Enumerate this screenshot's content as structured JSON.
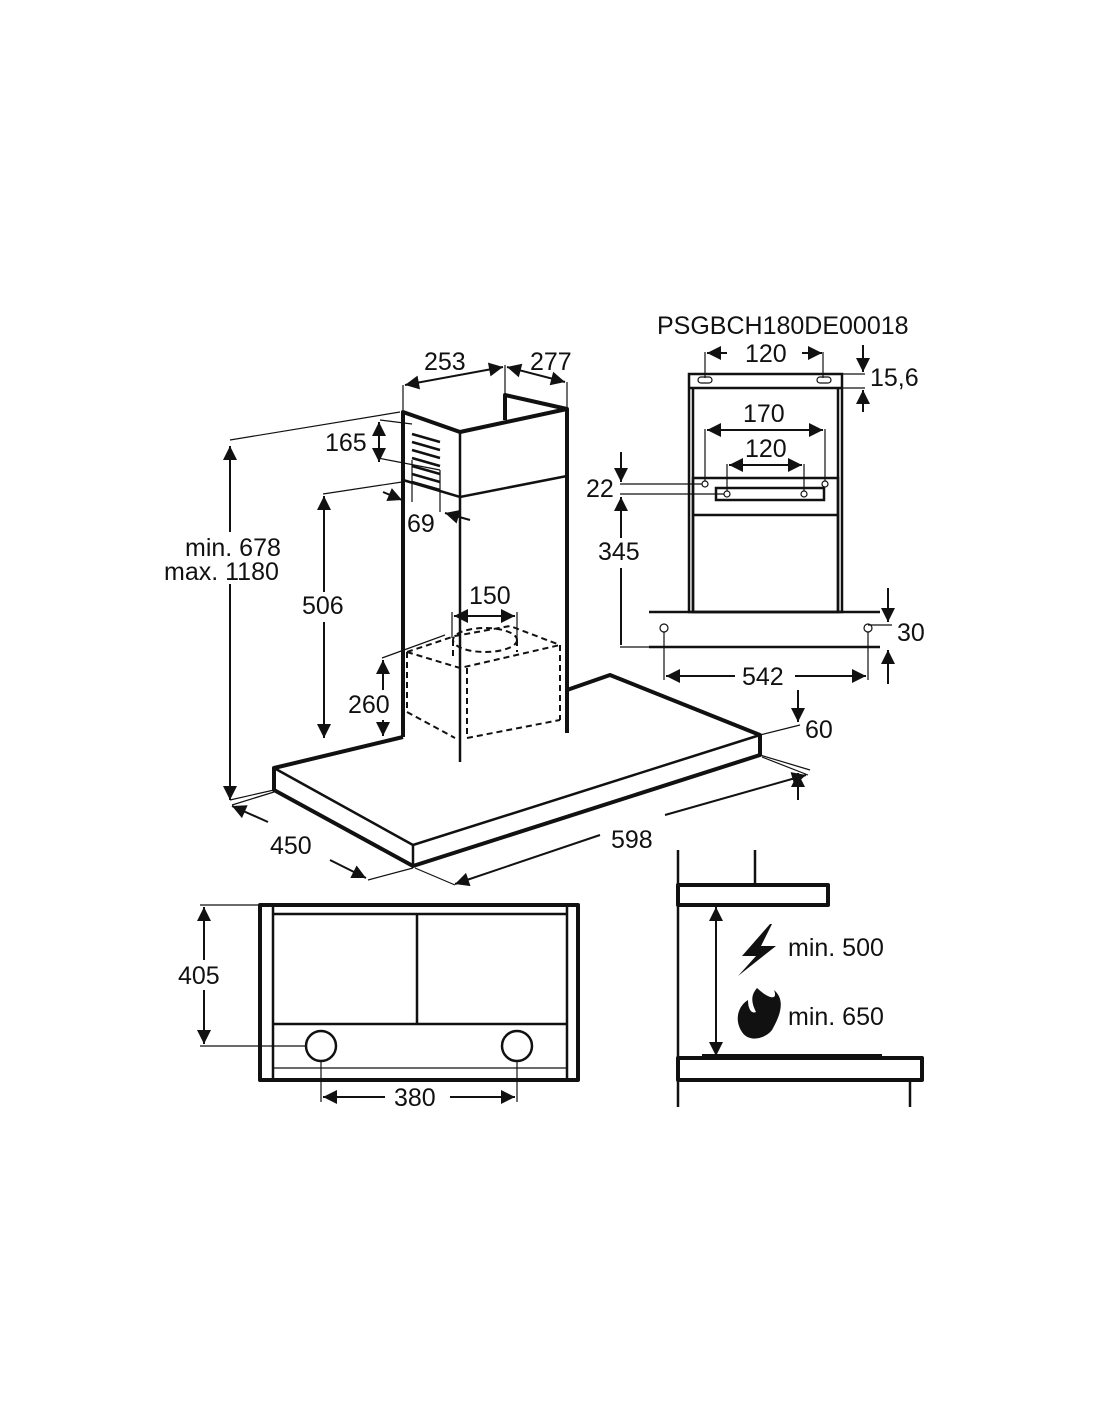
{
  "model_code": "PSGBCH180DE00018",
  "hood_dimensions": {
    "chimney_width": "253",
    "chimney_depth": "277",
    "vent_height": "165",
    "vent_offset": "69",
    "height_range_min": "min. 678",
    "height_range_max": "max. 1180",
    "lower_chimney_height": "506",
    "duct_diameter": "150",
    "motor_height": "260",
    "canopy_thickness": "60",
    "canopy_depth": "450",
    "canopy_width": "598"
  },
  "bracket_dimensions": {
    "top_slot_spacing": "120",
    "top_slot_offset": "15,6",
    "outer_hole_spacing": "170",
    "inner_hole_spacing": "120",
    "hole_offset": "22",
    "bracket_height": "345",
    "bottom_offset": "30",
    "bottom_hole_spacing": "542"
  },
  "bottom_view": {
    "depth": "405",
    "light_spacing": "380"
  },
  "clearance": {
    "electric_label": "min. 500",
    "gas_label": "min. 650",
    "electric_icon": "lightning-icon",
    "gas_icon": "flame-icon"
  }
}
